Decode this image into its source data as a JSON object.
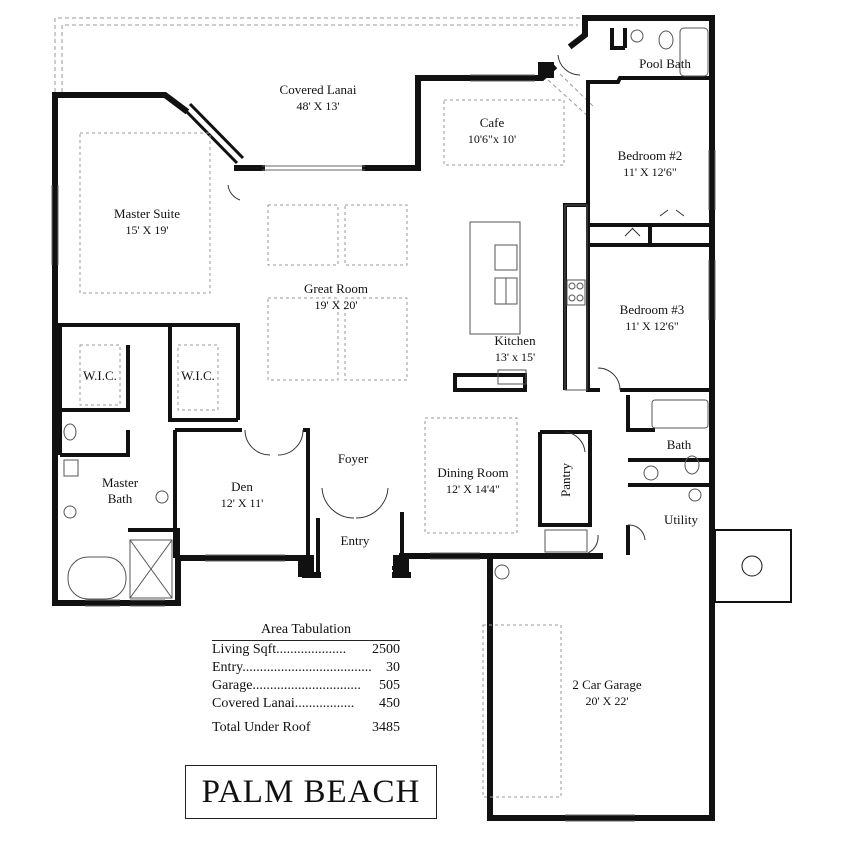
{
  "rooms": {
    "lanai": {
      "name": "Covered Lanai",
      "dim": "48' X 13'"
    },
    "cafe": {
      "name": "Cafe",
      "dim": "10'6\"x 10'"
    },
    "pool_bath": {
      "name": "Pool Bath"
    },
    "bedroom2": {
      "name": "Bedroom #2",
      "dim": "11' X 12'6\""
    },
    "master_suite": {
      "name": "Master Suite",
      "dim": "15' X 19'"
    },
    "great_room": {
      "name": "Great Room",
      "dim": "19' X 20'"
    },
    "kitchen": {
      "name": "Kitchen",
      "dim": "13' x 15'"
    },
    "bedroom3": {
      "name": "Bedroom #3",
      "dim": "11' X 12'6\""
    },
    "wic1": {
      "name": "W.I.C."
    },
    "wic2": {
      "name": "W.I.C."
    },
    "bath": {
      "name": "Bath"
    },
    "foyer": {
      "name": "Foyer"
    },
    "dining": {
      "name": "Dining Room",
      "dim": "12' X 14'4\""
    },
    "pantry": {
      "name": "Pantry"
    },
    "master_bath": {
      "name": "Master",
      "name2": "Bath"
    },
    "den": {
      "name": "Den",
      "dim": "12' X 11'"
    },
    "utility": {
      "name": "Utility"
    },
    "entry": {
      "name": "Entry"
    },
    "garage": {
      "name": "2 Car Garage",
      "dim": "20' X 22'"
    }
  },
  "area_tabulation": {
    "title": "Area Tabulation",
    "rows": [
      {
        "label": "Living Sqft....................",
        "value": "2500"
      },
      {
        "label": "Entry.....................................",
        "value": "30"
      },
      {
        "label": "Garage...............................",
        "value": "505"
      },
      {
        "label": "Covered Lanai.................",
        "value": "450"
      }
    ],
    "total": {
      "label": "Total Under Roof",
      "value": "3485"
    }
  },
  "plan_name": "PALM BEACH"
}
